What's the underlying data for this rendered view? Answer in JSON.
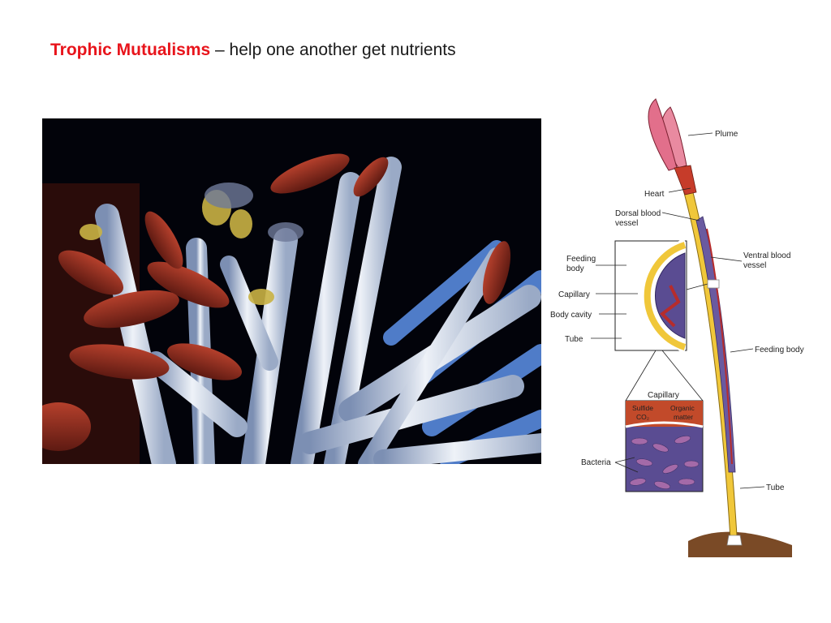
{
  "slide": {
    "title_highlight": "Trophic Mutualisms",
    "title_rest": " – help one another get nutrients"
  },
  "colors": {
    "highlight": "#e8141b",
    "text": "#1a1a1a",
    "photo_background": "#02030a",
    "tube_white": "#dfe6f2",
    "plume_red": "#8e2a1c",
    "diagram_tube": "#f0c73a",
    "diagram_plume": "#e98aa0",
    "diagram_cells": "#6a5aa0"
  },
  "diagram": {
    "labels": {
      "plume": "Plume",
      "heart": "Heart",
      "dorsal_1": "Dorsal blood",
      "dorsal_2": "vessel",
      "ventral_1": "Ventral blood",
      "ventral_2": "vessel",
      "feeding_body_1": "Feeding",
      "feeding_body_2": "body",
      "capillary": "Capillary",
      "body_cavity": "Body cavity",
      "tube": "Tube",
      "feeding_body_right": "Feeding body",
      "capillary_inset": "Capillary",
      "sulfide": "Sulfide",
      "co2": "CO₂",
      "organic_1": "Organic",
      "organic_2": "matter",
      "bacteria": "Bacteria",
      "tube_bottom": "Tube"
    }
  }
}
